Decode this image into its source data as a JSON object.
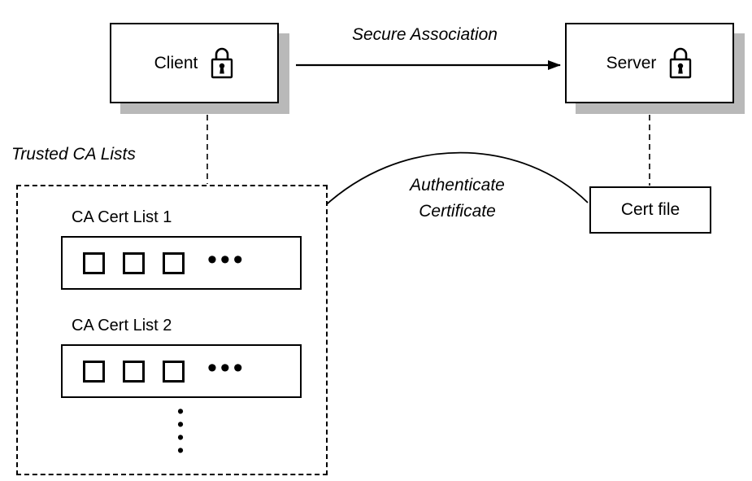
{
  "diagram": {
    "nodes": {
      "client": {
        "label": "Client"
      },
      "server": {
        "label": "Server"
      },
      "cert_file": {
        "label": "Cert file"
      }
    },
    "labels": {
      "secure_association": "Secure Association",
      "trusted_ca_lists": "Trusted CA Lists",
      "authenticate_line1": "Authenticate",
      "authenticate_line2": "Certificate"
    },
    "ca_cert_lists": [
      {
        "label": "CA Cert List 1",
        "ellipsis": "•••"
      },
      {
        "label": "CA Cert List 2",
        "ellipsis": "•••"
      }
    ],
    "more_lists_indicator": "•\n•\n•\n•",
    "colors": {
      "line": "#000000",
      "box_fill": "#ffffff",
      "shadow": "#b9b9b9",
      "background": "#ffffff"
    }
  }
}
